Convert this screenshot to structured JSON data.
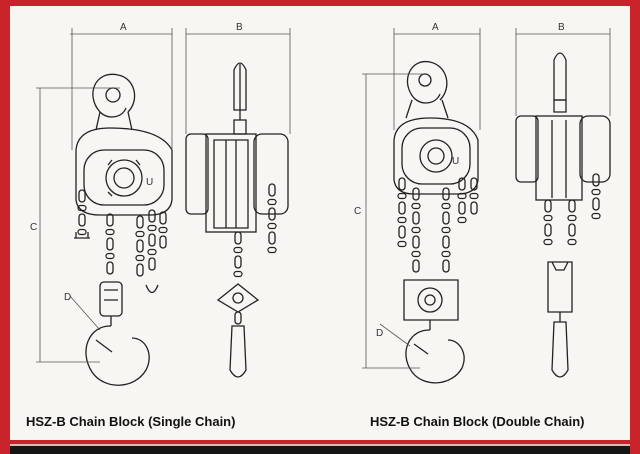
{
  "captions": {
    "left": "HSZ-B  Chain Block (Single Chain)",
    "right": "HSZ-B  Chain Block (Double Chain)"
  },
  "dimension_labels": {
    "single_a": "A",
    "single_b": "B",
    "single_c": "C",
    "single_d": "D",
    "double_a": "A",
    "double_b": "B",
    "double_c": "C",
    "double_d": "D"
  },
  "colors": {
    "border": "#c9232b",
    "paper": "#f7f6f2",
    "ink": "#222222"
  }
}
